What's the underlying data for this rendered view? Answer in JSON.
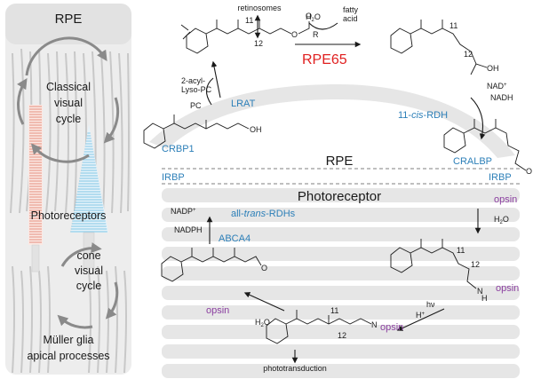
{
  "left_panel": {
    "rpe": "RPE",
    "classical_1": "Classical",
    "classical_2": "visual",
    "classical_3": "cycle",
    "photoreceptors": "Photoreceptors",
    "cone_1": "cone",
    "cone_2": "visual",
    "cone_3": "cycle",
    "muller_1": "Müller glia",
    "muller_2": "apical processes"
  },
  "pathway": {
    "retinosomes": "retinosomes",
    "h2o_top": "H",
    "h2o_top_sub": "2",
    "h2o_top_end": "O",
    "fatty_1": "fatty",
    "fatty_2": "acid",
    "rpe65": "RPE65",
    "acyl_1": "2-acyl-",
    "acyl_2": "Lyso-PC",
    "pc": "PC",
    "lrat": "LRAT",
    "nad_plus": "NAD",
    "nad_plus_sup": "+",
    "nadh": "NADH",
    "cis_rdh_pre": "11-",
    "cis_rdh_italic": "cis",
    "cis_rdh_post": "-RDH",
    "crbp1": "CRBP1",
    "cralbp": "CRALBP",
    "rpe_center": "RPE",
    "irbp_left": "IRBP",
    "irbp_right": "IRBP",
    "photoreceptor": "Photoreceptor",
    "nadp_plus": "NADP",
    "nadp_plus_sup": "+",
    "nadph": "NADPH",
    "trans_rdh_pre": "all-",
    "trans_rdh_italic": "trans",
    "trans_rdh_post": "-RDHs",
    "abca4": "ABCA4",
    "opsin_top": "opsin",
    "h2o_right": "H",
    "h2o_right_sub": "2",
    "h2o_right_end": "O",
    "opsin_schiff": "opsin",
    "hv": "hν",
    "h_plus": "H",
    "h_plus_sup": "+",
    "opsin_left": "opsin",
    "h2o_left": "H",
    "h2o_left_sub": "2",
    "h2o_left_end": "O",
    "opsin_rhodopsin": "opsin",
    "phototransduction": "phototransduction",
    "num_11_top": "11",
    "num_12_top": "12",
    "num_11_cis": "11",
    "num_12_cis": "12",
    "num_11_right": "11",
    "num_12_right": "12",
    "num_11_bottom": "11",
    "num_12_bottom": "12",
    "oh_left": "OH",
    "oh_top": "OH",
    "o_ester": "O",
    "o_carbonyl": "O",
    "r_group": "R",
    "o_ald_right": "O",
    "o_ald_abca4": "O",
    "n_schiff": "N",
    "h_schiff": "H",
    "n_rhodopsin": "N"
  },
  "colors": {
    "blue_enzyme": "#2c7fb8",
    "purple_opsin": "#8b3fa0",
    "red_rpe65": "#e02020",
    "orange_rod": "#d6503a",
    "blue_cone": "#5bb4dc"
  }
}
